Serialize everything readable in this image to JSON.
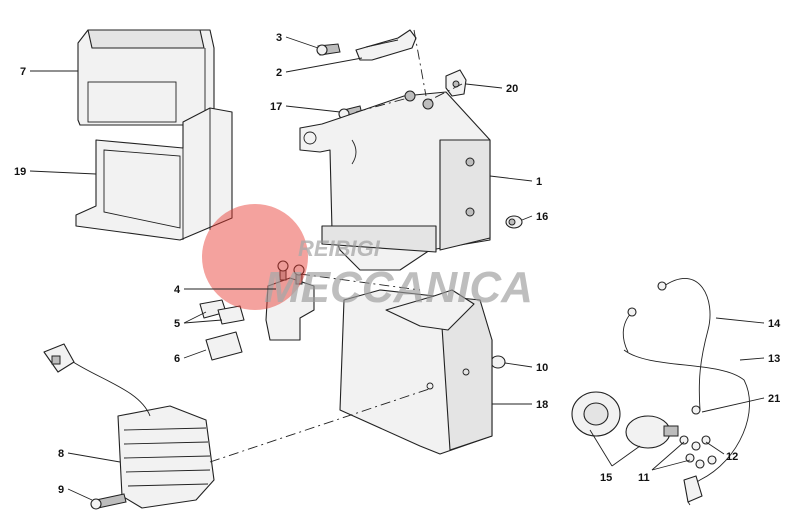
{
  "callouts": [
    {
      "id": "c1",
      "label": "1"
    },
    {
      "id": "c2",
      "label": "2"
    },
    {
      "id": "c3",
      "label": "3"
    },
    {
      "id": "c4",
      "label": "4"
    },
    {
      "id": "c5",
      "label": "5"
    },
    {
      "id": "c6",
      "label": "6"
    },
    {
      "id": "c7",
      "label": "7"
    },
    {
      "id": "c8",
      "label": "8"
    },
    {
      "id": "c9",
      "label": "9"
    },
    {
      "id": "c10",
      "label": "10"
    },
    {
      "id": "c11",
      "label": "11"
    },
    {
      "id": "c12",
      "label": "12"
    },
    {
      "id": "c13",
      "label": "13"
    },
    {
      "id": "c14",
      "label": "14"
    },
    {
      "id": "c15",
      "label": "15"
    },
    {
      "id": "c16",
      "label": "16"
    },
    {
      "id": "c17",
      "label": "17"
    },
    {
      "id": "c18",
      "label": "18"
    },
    {
      "id": "c19",
      "label": "19"
    },
    {
      "id": "c20",
      "label": "20"
    },
    {
      "id": "c21",
      "label": "21"
    }
  ],
  "watermark": {
    "line1": "REIBIGI",
    "line2": "MECCANICA",
    "accent": "#e8392f"
  }
}
